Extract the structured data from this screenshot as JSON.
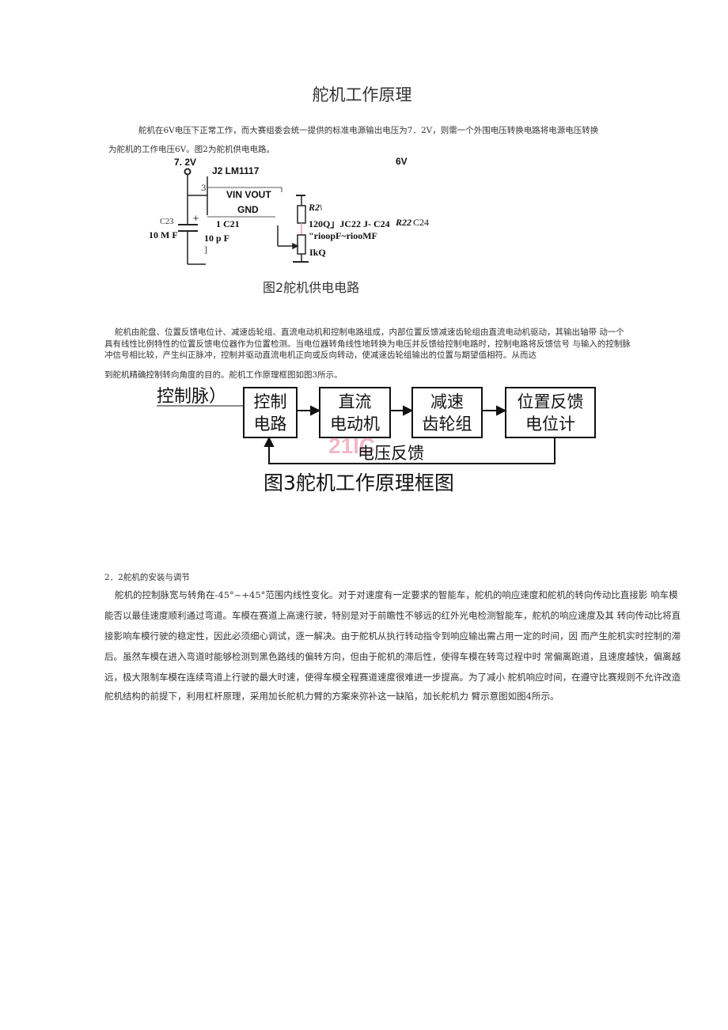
{
  "title": "舵机工作原理",
  "para1": [
    "舵机在6V电压下正常工作，而大赛组委会统一提供的标准电源输出电压为7．2V，则需一个外围电压转换电路将电源电压转换",
    "为舵机的工作电压6V。图2为舵机供电电路。"
  ],
  "circuit": {
    "vin": "7. 2V",
    "vout": "6V",
    "chip": "J2 LM1117",
    "pin3": "3",
    "vin_vout": "VIN VOUT",
    "gnd": "GND",
    "c23": "C23",
    "plus": "+",
    "c23_val": "10 M F",
    "c21": "1 C21",
    "c21_val": "10 p F",
    "bracket": "]",
    "r2": "R2\\",
    "r_line": "120Q」JC22 J- C24",
    "r22": "R22",
    "c24": "C24",
    "cap_vals": "\"rioopF~riooMF",
    "pot": "IkQ",
    "caption": "图2舵机供电电路"
  },
  "para2": [
    "舵机由舵盘、位置反馈电位计、减速齿轮组、直流电动机和控制电路组成，内部位置反馈减速齿轮组由直流电动机驱动，其输出轴带  动一个",
    "具有线性比例特性的位置反馈电位器作为位置检测。当电位器转角线性地转换为电压并反馈给控制电路时，控制电路将反馈信号  与输入的控制脉",
    "冲信号相比较，产生纠正脉冲，控制并驱动直流电机正向或反向转动，使减速齿轮组输出的位置与期望值相符。从而达",
    "到舵机精确控制转向角度的目的。舵机工作原理框图如图3所示。"
  ],
  "block": {
    "input": "控制脉）",
    "boxes": [
      [
        "控制",
        "电路"
      ],
      [
        "直流",
        "电动机"
      ],
      [
        "减速",
        "齿轮组"
      ],
      [
        "位置反馈",
        "电位计"
      ]
    ],
    "feedback": "电压反馈",
    "watermark": "21IC",
    "caption": "图3舵机工作原理框图"
  },
  "section": "2．2舵机的安装与调节",
  "para3": [
    "舵机的控制脉宽与转角在-45°~+45°范围内线性变化。对于对速度有一定要求的智能车，舵机的响应速度和舵机的转向传动比直接影    响车模",
    "能否以最佳速度顺利通过弯道。车模在赛道上高速行驶，特别是对于前瞻性不够远的红外光电检测智能车，舵机的响应速度及其 转向传动比将直",
    "接影响车模行驶的稳定性，因此必须细心调试，逐一解决。由于舵机从执行转动指令到响应输出需占用一定的时间，因 而产生舵机实时控制的滞",
    "后。虽然车模在进入弯道时能够检测到黑色路线的偏转方向，但由于舵机的滞后性，使得车模在转弯过程中时 常偏离跑道，且速度越快，偏离越",
    "远，极大限制车模在连续弯道上行驶的最大时速，使得车模全程赛道速度很难进一步提高。为了减小 舵机响应时间，在遵守比赛规则不允许改造",
    "舵机结构的前提下，利用杠杆原理，采用加长舵机力臂的方案来弥补这一缺陷，加长舵机力 臂示意图如图4所示。"
  ]
}
